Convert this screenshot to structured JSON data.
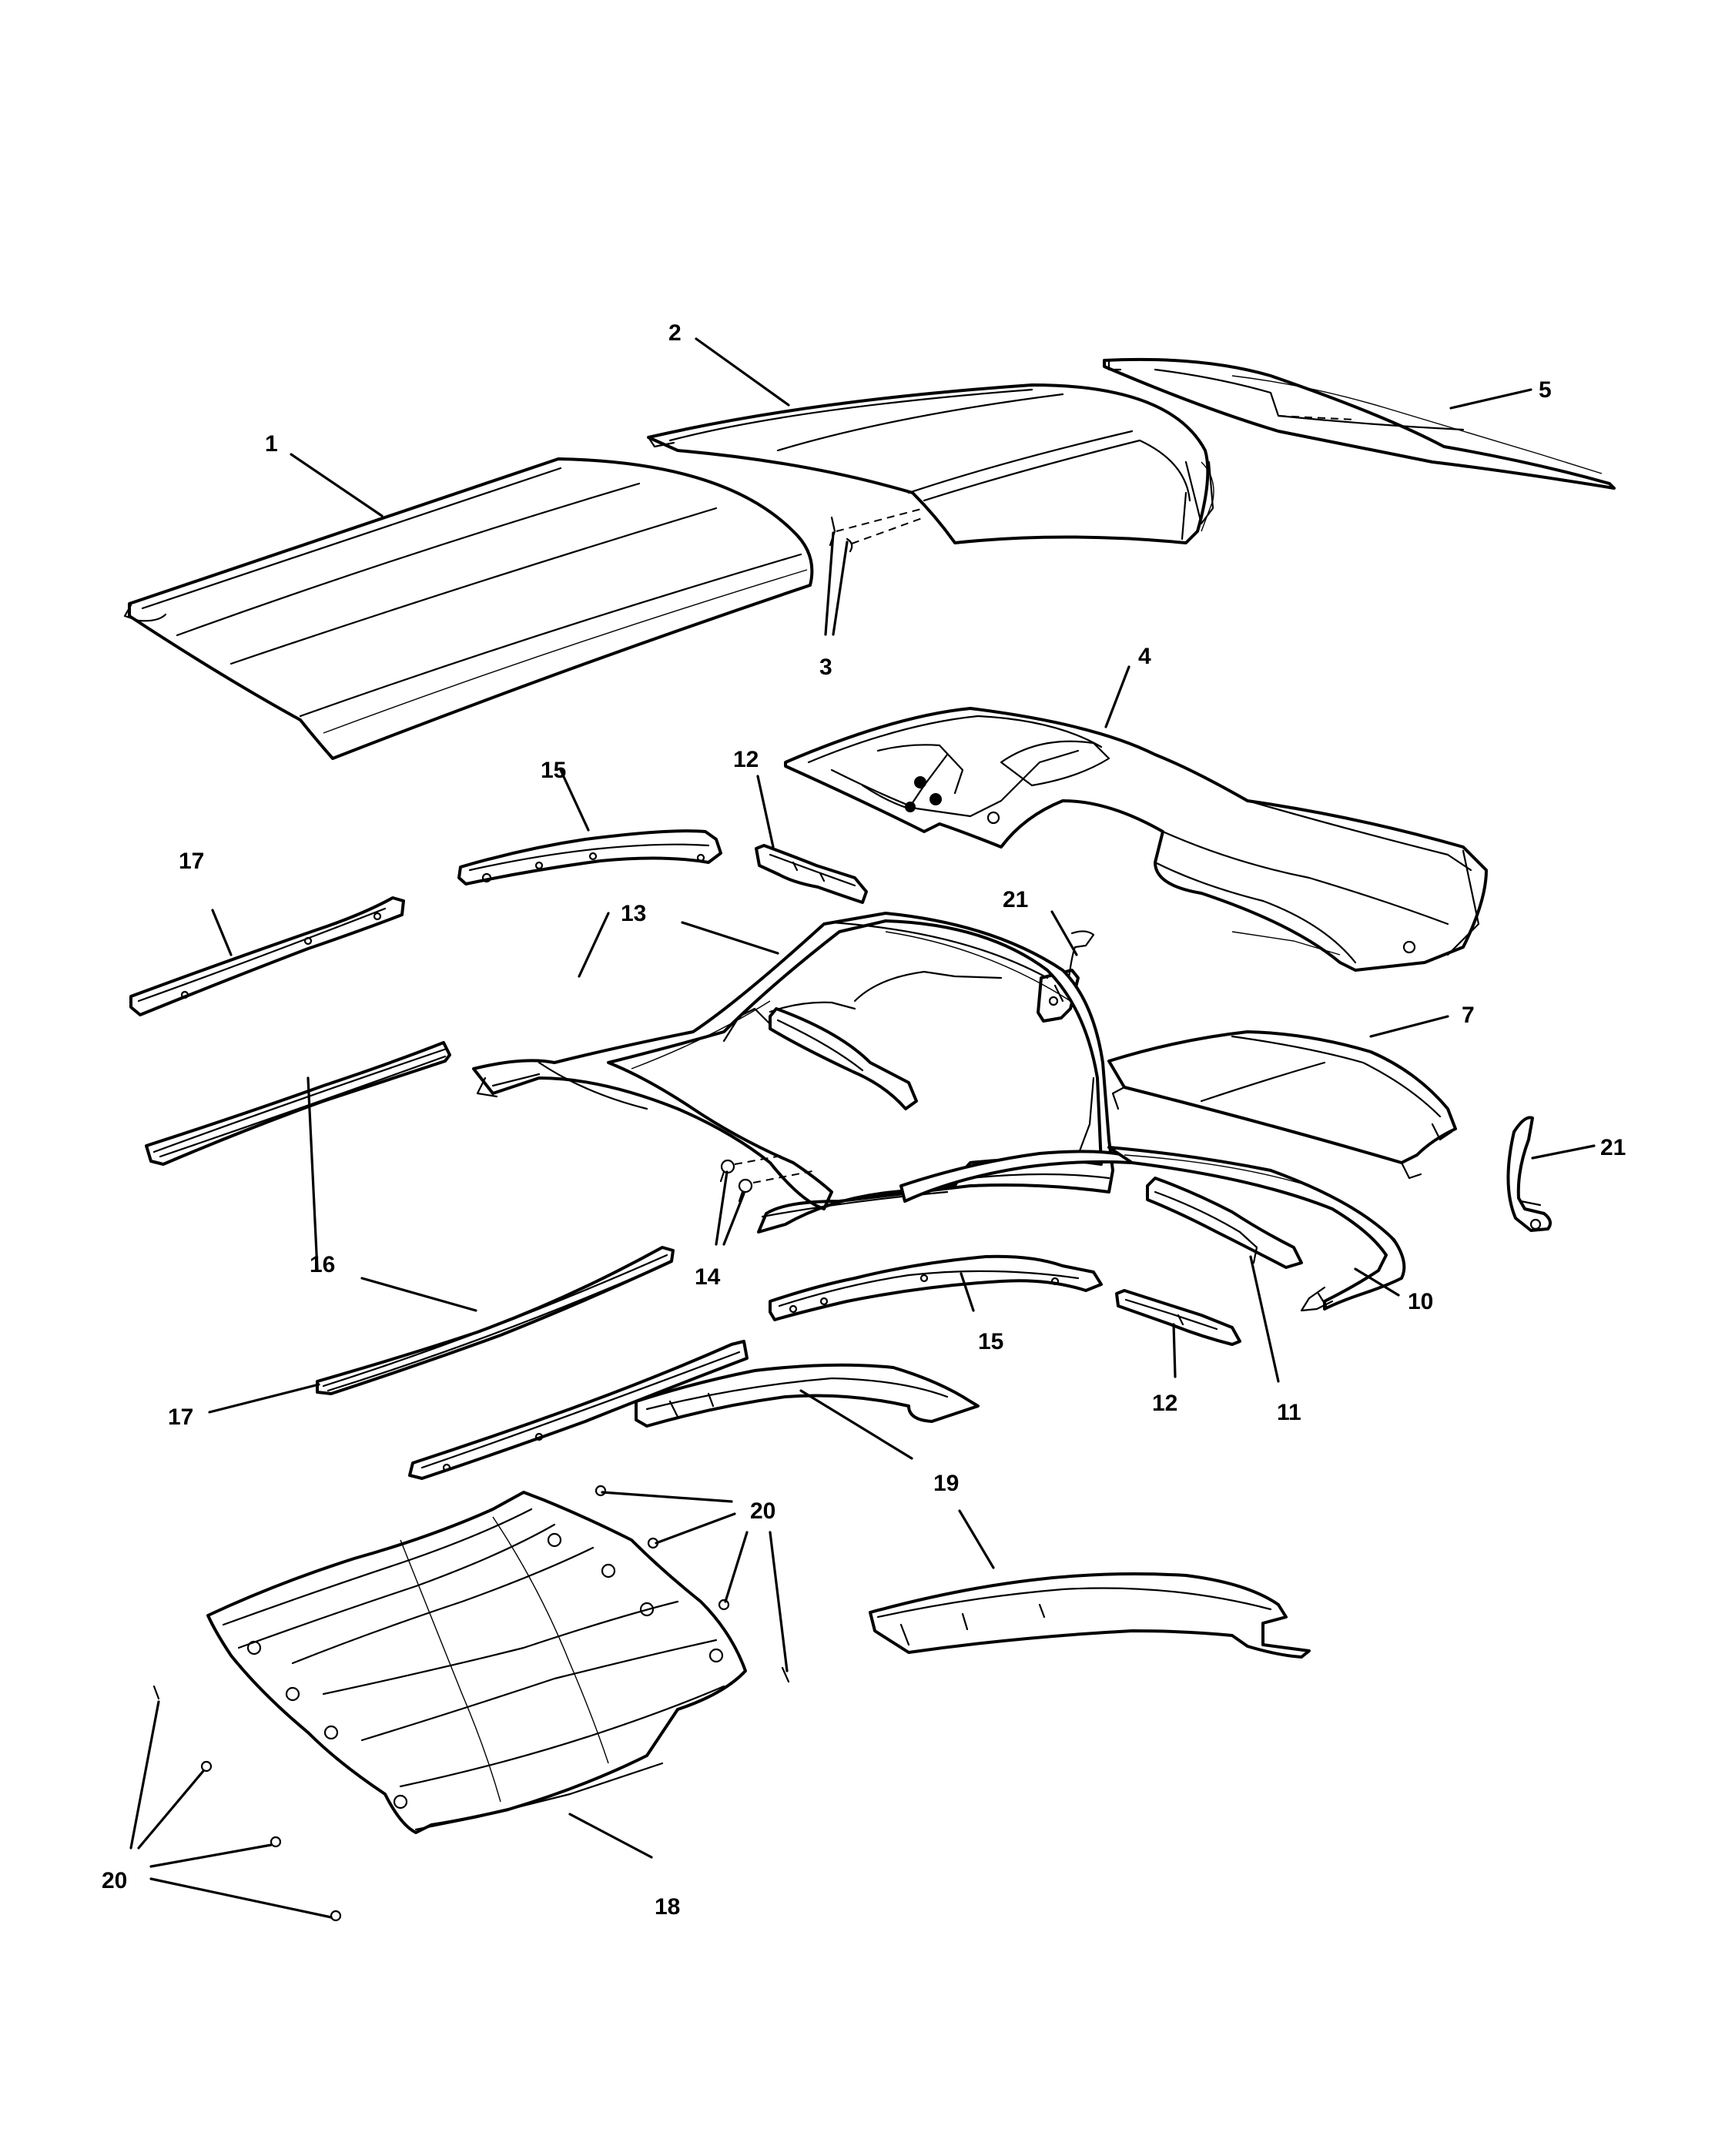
{
  "callouts": [
    {
      "id": "c1",
      "text": "1"
    },
    {
      "id": "c2",
      "text": "2"
    },
    {
      "id": "c3",
      "text": "3"
    },
    {
      "id": "c4",
      "text": "4"
    },
    {
      "id": "c5",
      "text": "5"
    },
    {
      "id": "c7",
      "text": "7"
    },
    {
      "id": "c10",
      "text": "10"
    },
    {
      "id": "c11",
      "text": "11"
    },
    {
      "id": "c12a",
      "text": "12"
    },
    {
      "id": "c12b",
      "text": "12"
    },
    {
      "id": "c13",
      "text": "13"
    },
    {
      "id": "c14",
      "text": "14"
    },
    {
      "id": "c15a",
      "text": "15"
    },
    {
      "id": "c15b",
      "text": "15"
    },
    {
      "id": "c16",
      "text": "16"
    },
    {
      "id": "c17a",
      "text": "17"
    },
    {
      "id": "c17b",
      "text": "17"
    },
    {
      "id": "c18",
      "text": "18"
    },
    {
      "id": "c19",
      "text": "19"
    },
    {
      "id": "c20a",
      "text": "20"
    },
    {
      "id": "c20b",
      "text": "20"
    },
    {
      "id": "c21a",
      "text": "21"
    },
    {
      "id": "c21b",
      "text": "21"
    }
  ]
}
